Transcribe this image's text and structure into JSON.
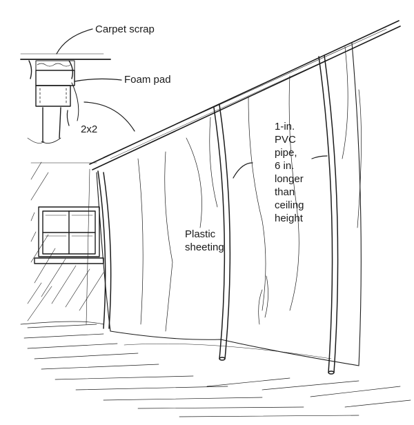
{
  "labels": {
    "carpet_scrap": "Carpet scrap",
    "foam_pad": "Foam pad",
    "two_by_two": "2x2",
    "pvc_pipe": "1-in. PVC pipe, 6 in. longer than ceiling height",
    "pvc_pipe_lines": [
      "1-in.",
      "PVC",
      "pipe,",
      "6 in.",
      "longer",
      "than",
      "ceiling",
      "height"
    ],
    "plastic_sheeting": "Plastic sheeting",
    "plastic_sheeting_lines": [
      "Plastic",
      "sheeting"
    ]
  },
  "ink_color": "#1a1a1a"
}
